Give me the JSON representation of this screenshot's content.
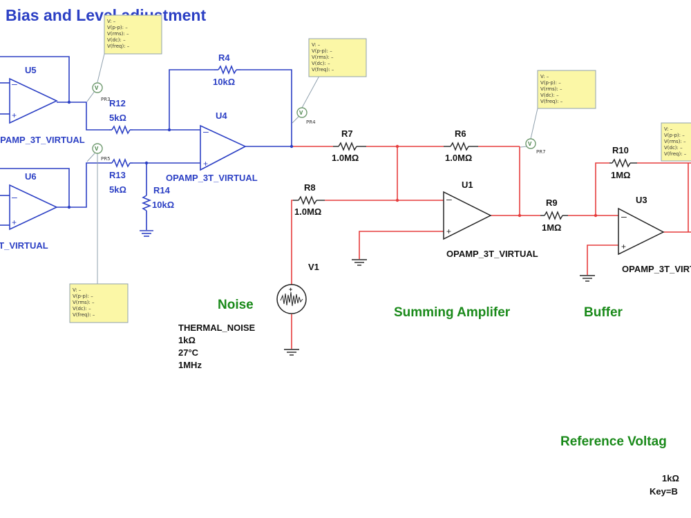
{
  "title": "Bias and Level adjustment",
  "opamp_model": "OPAMP_3T_VIRTUAL",
  "labels": {
    "U1": "U1",
    "U3": "U3",
    "U4": "U4",
    "U5": "U5",
    "U6": "U6",
    "R4": "R4",
    "R4_val": "10kΩ",
    "R6": "R6",
    "R6_val": "1.0MΩ",
    "R7": "R7",
    "R7_val": "1.0MΩ",
    "R8": "R8",
    "R8_val": "1.0MΩ",
    "R9": "R9",
    "R9_val": "1MΩ",
    "R10": "R10",
    "R10_val": "1MΩ",
    "R12": "R12",
    "R12_val": "5kΩ",
    "R13": "R13",
    "R13_val": "5kΩ",
    "R14": "R14",
    "R14_val": "10kΩ",
    "V1": "V1"
  },
  "probes": {
    "PR3": "PR3",
    "PR4": "PR4",
    "PR5": "PR5",
    "PR7": "PR7",
    "readout": [
      "V: –",
      "V(p-p): –",
      "V(rms): –",
      "V(dc): –",
      "V(freq): –"
    ]
  },
  "sections": {
    "noise": "Noise",
    "summing": "Summing Amplifer",
    "buffer": "Buffer",
    "reference": "Reference Voltag"
  },
  "noise_source": {
    "name": "THERMAL_NOISE",
    "resistance": "1kΩ",
    "temperature": "27°C",
    "bandwidth": "1MHz"
  },
  "reference_source": {
    "resistance": "1kΩ",
    "key": "Key=B"
  },
  "colors": {
    "blue_wire": "#2b3fc4",
    "red_wire": "#e63c3c",
    "section_label": "#1a8a1a",
    "probe_box": "#fbf7a6"
  }
}
